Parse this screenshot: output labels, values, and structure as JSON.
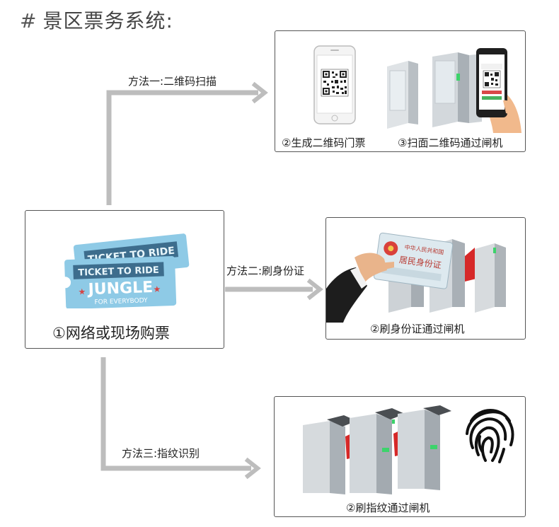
{
  "title": {
    "hash": "#",
    "text": "景区票务系统:"
  },
  "purchase": {
    "caption": "①网络或现场购票",
    "ticket_lines": [
      "TICKET TO RIDE",
      "TICKET TO RIDE",
      "JUNGLE",
      "FOR EVERYBODY"
    ]
  },
  "methods": [
    {
      "label": "方法一:二维码扫描",
      "captions": [
        "②生成二维码门票",
        "③扫面二维码通过闸机"
      ]
    },
    {
      "label": "方法二:刷身份证",
      "captions": [
        "②刷身份证通过闸机"
      ],
      "id_card_text": [
        "中华人民共和国",
        "居民身份证"
      ]
    },
    {
      "label": "方法三:指纹识别",
      "captions": [
        "②刷指纹通过闸机"
      ]
    }
  ],
  "colors": {
    "arrow": "#bdbdbd",
    "border": "#555555",
    "ticket": "#8ecae6",
    "flap": "#d62828",
    "gate": "#c8cdd2"
  }
}
